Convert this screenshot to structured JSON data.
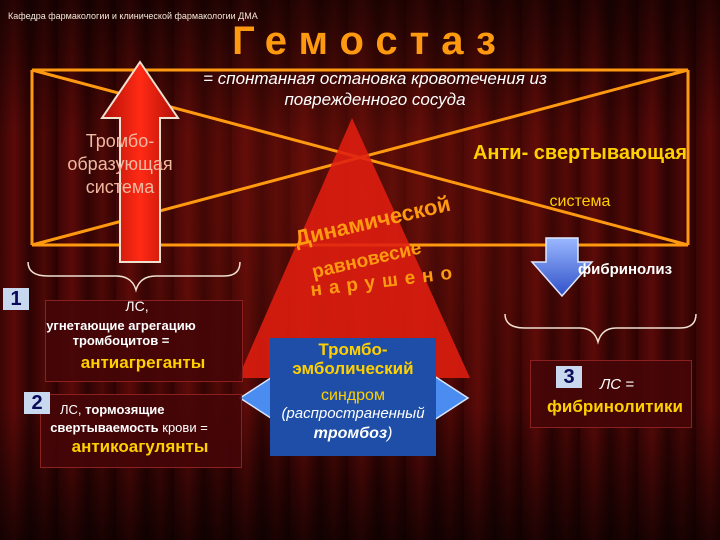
{
  "header": {
    "department": "Кафедра фармакологии и клинической фармакологии ДМА",
    "title": "Гемостаз",
    "definition": "= спонтанная остановка кровотечения из поврежденного сосуда"
  },
  "left_system": {
    "label": "Тромбо- образующая система"
  },
  "right_system": {
    "title": "Анти- свертывающая",
    "subtitle": "система",
    "process": "фибринолиз"
  },
  "disturbance": {
    "line1": "Динамической",
    "line2": "равновесие",
    "line3": "нарушено"
  },
  "group1": {
    "number": "1",
    "label": "ЛС,",
    "description": "угнетающие агрегацию тромбоцитов =",
    "result": "антиагреганты"
  },
  "group2": {
    "number": "2",
    "label": "ЛС,",
    "description_bold": "тормозящие свертываемость",
    "description_rest": "крови =",
    "result": "антикоагулянты"
  },
  "syndrome": {
    "line1": "Тромбо-",
    "line2": "эмболический",
    "line3": "синдром",
    "line4": "(распространенный",
    "line5": "тромбоз",
    "line5_suffix": ")"
  },
  "group3": {
    "number": "3",
    "label": "ЛС =",
    "result": "фибринолитики"
  },
  "colors": {
    "accent_orange": "#ff9a10",
    "accent_yellow": "#ffd000",
    "arrow_red": "#e02010",
    "syndrome_blue": "#1e4ea8",
    "down_arrow_blue": "#4878e0"
  }
}
